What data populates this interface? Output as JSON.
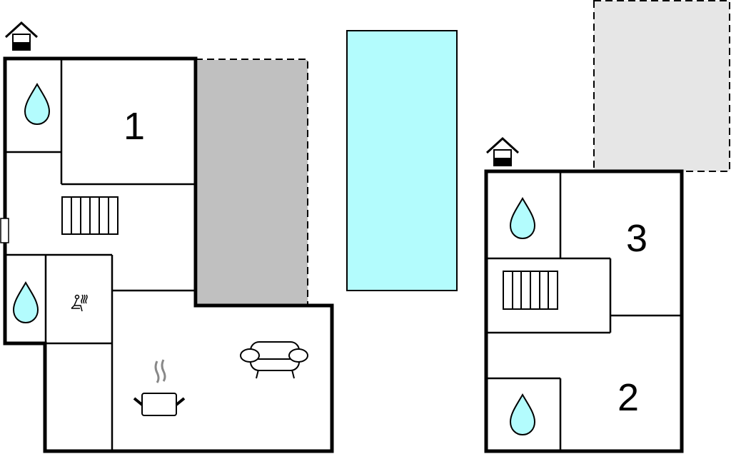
{
  "rooms": {
    "bedroom_1": "1",
    "bedroom_2": "2",
    "bedroom_3": "3"
  },
  "colors": {
    "pool": "#b3fcfd",
    "terrace": "#c0c0c0",
    "terrace_light": "#e6e6e6",
    "water": "#b3fcfd"
  },
  "icons": [
    "entrance-house-icon",
    "water-drop-icon",
    "stairs-icon",
    "sauna-icon",
    "cooking-pot-icon",
    "sofa-icon",
    "door-icon"
  ]
}
